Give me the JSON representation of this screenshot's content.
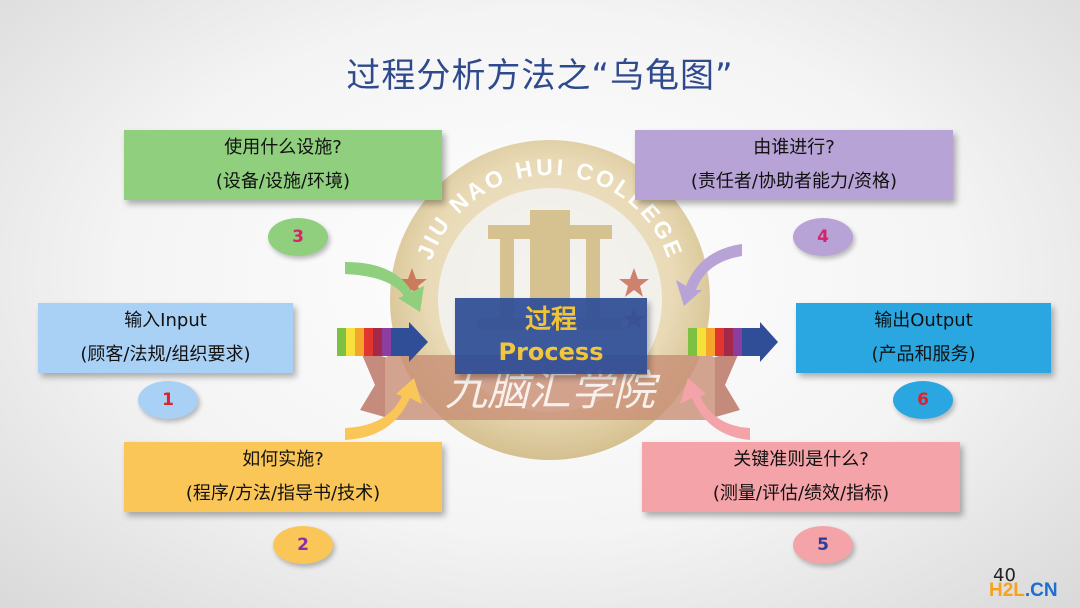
{
  "title": "过程分析方法之“乌龟图”",
  "process": {
    "zh": "过程",
    "en": "Process"
  },
  "boxes": {
    "input": {
      "line1": "输入Input",
      "line2": "(顾客/法规/组织要求)",
      "color": "#a9d0f5",
      "num": "1",
      "oval_color": "#a9d0f5",
      "num_color": "#e0202a"
    },
    "how": {
      "line1": "如何实施?",
      "line2": "(程序/方法/指导书/技术)",
      "color": "#f9c657",
      "num": "2",
      "oval_color": "#f9c657",
      "num_color": "#8b2fa6"
    },
    "facility": {
      "line1": "使用什么设施?",
      "line2": "(设备/设施/环境)",
      "color": "#8fcf7d",
      "num": "3",
      "oval_color": "#8fcf7d",
      "num_color": "#d6246a"
    },
    "who": {
      "line1": "由谁进行?",
      "line2": "(责任者/协助者能力/资格)",
      "color": "#b7a3d6",
      "num": "4",
      "oval_color": "#b7a3d6",
      "num_color": "#d6246a"
    },
    "criteria": {
      "line1": "关键准则是什么?",
      "line2": "(测量/评估/绩效/指标)",
      "color": "#f4a3a8",
      "num": "5",
      "oval_color": "#f4a3a8",
      "num_color": "#2c3e9a"
    },
    "output": {
      "line1": "输出Output",
      "line2": "(产品和服务)",
      "color": "#2aa7e1",
      "num": "6",
      "oval_color": "#2aa7e1",
      "num_color": "#e0202a"
    }
  },
  "watermark": {
    "ring_text": "JIU NAO HUI COLLEGE",
    "script_text": "九脑汇学院",
    "site": "H2L",
    "site_tld": ".CN"
  },
  "slide_number": "40"
}
